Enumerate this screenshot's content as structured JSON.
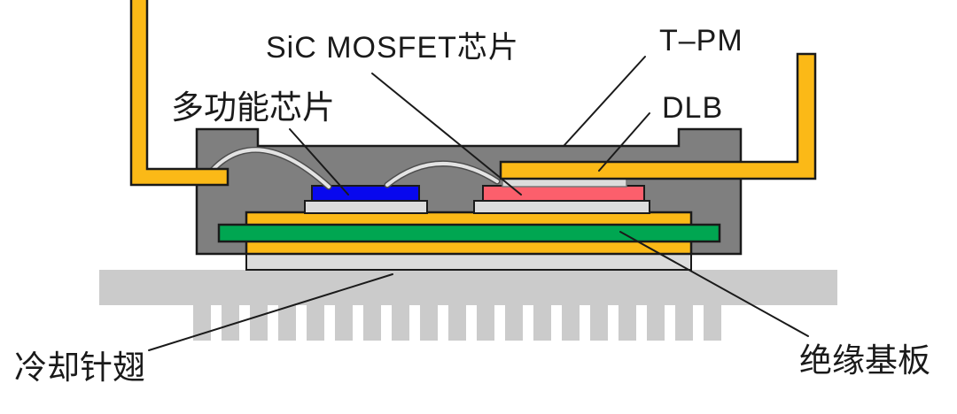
{
  "diagram": {
    "title_context": "SiC power module cross-section diagram",
    "labels": {
      "sic_mosfet_chip": "SiC MOSFET芯片",
      "tpm": "T–PM",
      "dlb": "DLB",
      "multifunction_chip": "多功能芯片",
      "cooling_pin_fins": "冷却针翅",
      "insulating_substrate": "绝缘基板"
    },
    "colors": {
      "lead_yellow": "#fbb917",
      "case_gray": "#7f7f7f",
      "chip_blue": "#0808ee",
      "chip_pink": "#fc5f6c",
      "substrate_green": "#00a651",
      "pad_gray": "#dcdcdc",
      "heatsink_gray": "#cbcbcb",
      "wire_light": "#e3e3e3",
      "wire_outline": "#4d4d4d",
      "line_black": "#1a1a1a"
    }
  }
}
